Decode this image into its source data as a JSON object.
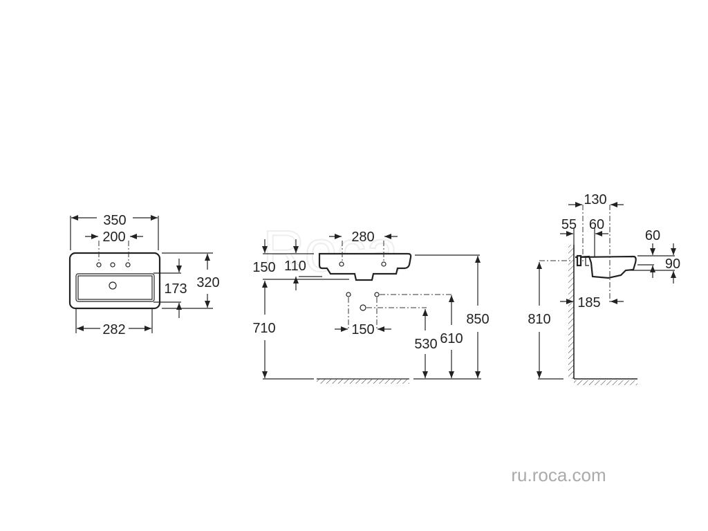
{
  "watermark_logo": "Roca",
  "website": "ru.roca.com",
  "top_view": {
    "width_overall": "350",
    "tap_spacing": "200",
    "basin_depth": "173",
    "depth_overall": "320",
    "basin_width": "282"
  },
  "front_view": {
    "tap_spacing": "280",
    "bracket_height": "150",
    "bowl_height": "110",
    "bracket_floor": "710",
    "pipe_spacing": "150",
    "drain_height": "530",
    "supply_height": "610",
    "rim_height": "850"
  },
  "side_view": {
    "centre_offset": "130",
    "wall_offset": "55",
    "tap_offset": "60",
    "rim_drop": "60",
    "depth": "90",
    "waste_offset": "185",
    "fixing_height": "810"
  }
}
